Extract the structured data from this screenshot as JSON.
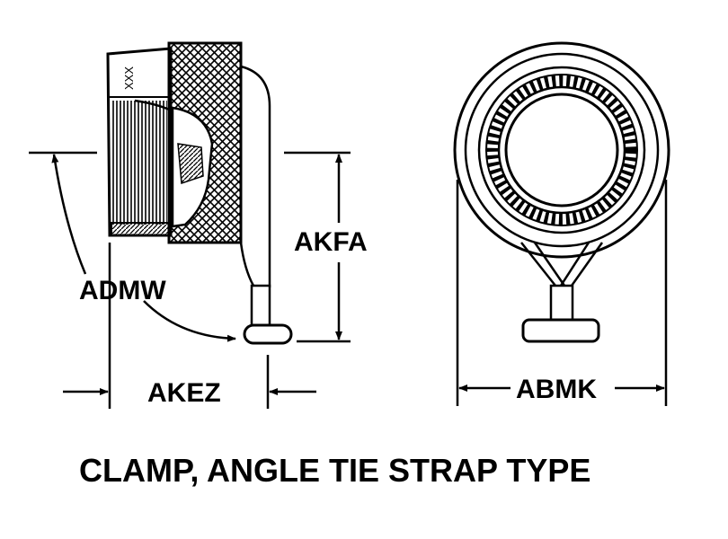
{
  "caption": "CLAMP, ANGLE TIE STRAP TYPE",
  "marking": "XXX",
  "dimensions": {
    "angle": "ADMW",
    "height": "AKFA",
    "width_side": "AKEZ",
    "width_front": "ABMK"
  },
  "colors": {
    "ink": "#000000",
    "paper": "#ffffff"
  }
}
